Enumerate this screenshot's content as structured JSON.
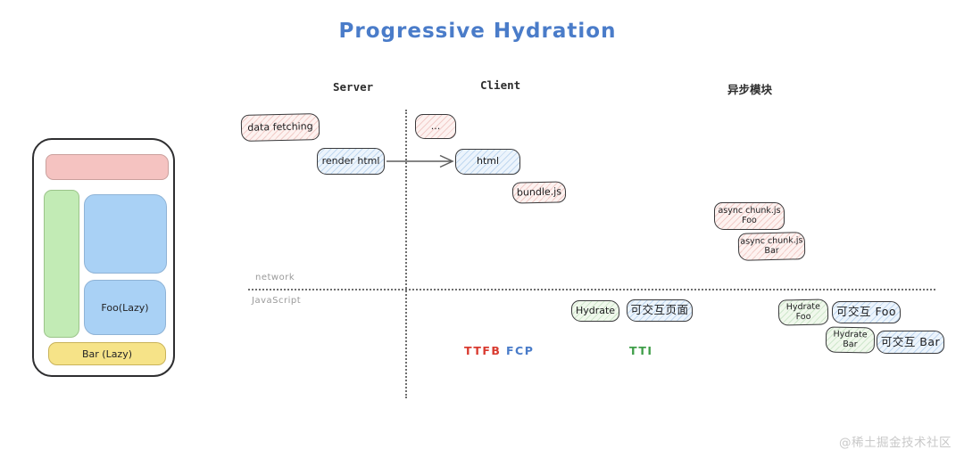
{
  "title": "Progressive Hydration",
  "watermark": "@稀土掘金技术社区",
  "columns": {
    "server": "Server",
    "client": "Client",
    "async_modules": "异步模块"
  },
  "lanes": {
    "network": "network",
    "javascript": "JavaScript"
  },
  "phone": {
    "foo_label": "Foo(Lazy)",
    "bar_label": "Bar (Lazy)"
  },
  "flow": {
    "data_fetching": "data fetching",
    "render_html": "render html",
    "ellipsis": "...",
    "html": "html",
    "bundle_js": "bundle.js",
    "async_chunk_foo": {
      "line1": "async chunk.js",
      "line2": "Foo"
    },
    "async_chunk_bar": {
      "line1": "async chunk.js",
      "line2": "Bar"
    },
    "hydrate": "Hydrate",
    "interactive_page": "可交互页面",
    "hydrate_foo": {
      "line1": "Hydrate",
      "line2": "Foo"
    },
    "interactive_foo": "可交互 Foo",
    "hydrate_bar": {
      "line1": "Hydrate",
      "line2": "Bar"
    },
    "interactive_bar": "可交互 Bar"
  },
  "metrics": {
    "ttfb": "TTFB",
    "fcp": "FCP",
    "tti": "TTI"
  },
  "colors": {
    "title_blue": "#4a7cc9",
    "ttfb_red": "#d93b30",
    "fcp_blue": "#4a7cc9",
    "tti_green": "#3f9e49",
    "box_pink": "#fdf2f0",
    "box_blue": "#ecf4fc",
    "box_green": "#f0f8ec",
    "phone_pink": "#f5c3c1",
    "phone_green": "#c2ebb5",
    "phone_blue": "#a9d1f5",
    "phone_yellow": "#f6e388"
  }
}
